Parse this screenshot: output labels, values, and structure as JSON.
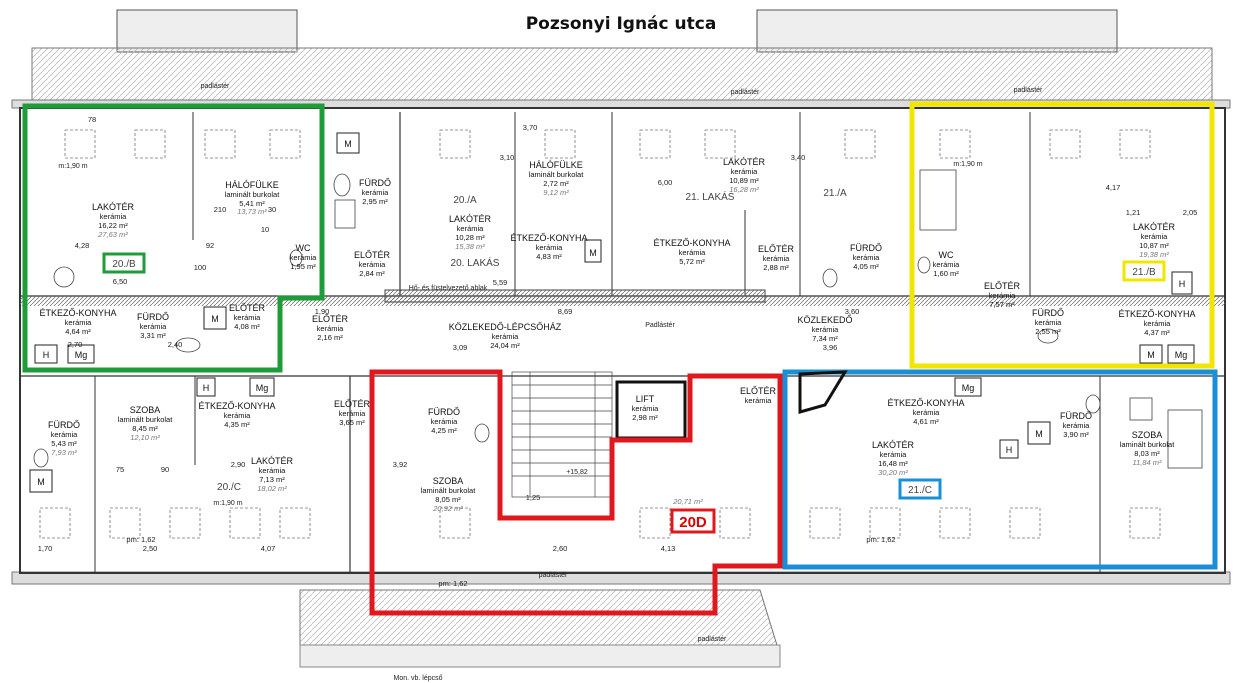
{
  "street_name": "Pozsonyi Ignác utca",
  "colors": {
    "green": "#1f9c3a",
    "yellow": "#f2e600",
    "red": "#e0181d",
    "blue": "#1a8fd8",
    "wall": "#8a8a8a",
    "hatch": "#bbbbbb"
  },
  "unit_labels": [
    "20./B",
    "21./B",
    "21./C",
    "20D",
    "20./A",
    "21./A",
    "20./C",
    "20. LAKÁS",
    "21. LAKÁS"
  ],
  "rooms": [
    {
      "name": "LAKÓTÉR",
      "finish": "kerámia",
      "area": "16,22 m²",
      "area2": "27,63 m²"
    },
    {
      "name": "HÁLÓFÜLKE",
      "finish": "laminált burkolat",
      "area": "5,41 m²",
      "area2": "13,73 m²"
    },
    {
      "name": "FÜRDŐ",
      "finish": "kerámia",
      "area": "2,95 m²"
    },
    {
      "name": "WC",
      "finish": "kerámia",
      "area": "1,95 m²"
    },
    {
      "name": "ELŐTÉR",
      "finish": "kerámia",
      "area": "2,84 m²"
    },
    {
      "name": "ÉTKEZŐ-KONYHA",
      "finish": "kerámia",
      "area": "4,64 m²"
    },
    {
      "name": "FÜRDŐ",
      "finish": "kerámia",
      "area": "3,31 m²"
    },
    {
      "name": "ELŐTÉR",
      "finish": "kerámia",
      "area": "4,08 m²"
    },
    {
      "name": "HÁLÓFÜLKE",
      "finish": "laminált burkolat",
      "area": "2,72 m²",
      "area2": "9,12 m²"
    },
    {
      "name": "LAKÓTÉR",
      "finish": "kerámia",
      "area": "10,28 m²",
      "area2": "15,38 m²"
    },
    {
      "name": "ÉTKEZŐ-KONYHA",
      "finish": "kerámia",
      "area": "4,83 m²"
    },
    {
      "name": "ÉTKEZŐ-KONYHA",
      "finish": "kerámia",
      "area": "5,72 m²"
    },
    {
      "name": "LAKÓTÉR",
      "finish": "kerámia",
      "area": "10,89 m²",
      "area2": "16,28 m²"
    },
    {
      "name": "ELŐTÉR",
      "finish": "kerámia",
      "area": "2,88 m²"
    },
    {
      "name": "FÜRDŐ",
      "finish": "kerámia",
      "area": "4,05 m²"
    },
    {
      "name": "WC",
      "finish": "kerámia",
      "area": "1,60 m²"
    },
    {
      "name": "LAKÓTÉR",
      "finish": "kerámia",
      "area": "10,87 m²",
      "area2": "19,38 m²"
    },
    {
      "name": "ELŐTÉR",
      "finish": "kerámia",
      "area": "7,57 m²"
    },
    {
      "name": "FÜRDŐ",
      "finish": "kerámia",
      "area": "2,55 m²"
    },
    {
      "name": "ÉTKEZŐ-KONYHA",
      "finish": "kerámia",
      "area": "4,37 m²"
    },
    {
      "name": "ELŐTÉR",
      "finish": "kerámia",
      "area": "2,16 m²"
    },
    {
      "name": "KÖZLEKEDŐ-LÉPCSŐHÁZ",
      "finish": "kerámia",
      "area": "24,04 m²"
    },
    {
      "name": "KÖZLEKEDŐ",
      "finish": "kerámia",
      "area": "7,34 m²"
    },
    {
      "name": "FÜRDŐ",
      "finish": "kerámia",
      "area": "5,43 m²",
      "area2": "7,93 m²"
    },
    {
      "name": "SZOBA",
      "finish": "laminált burkolat",
      "area": "8,45 m²",
      "area2": "12,10 m²"
    },
    {
      "name": "ÉTKEZŐ-KONYHA",
      "finish": "kerámia",
      "area": "4,35 m²"
    },
    {
      "name": "ELŐTÉR",
      "finish": "kerámia",
      "area": "3,65 m²"
    },
    {
      "name": "LAKÓTÉR",
      "finish": "kerámia",
      "area": "7,13 m²",
      "area2": "18,02 m²"
    },
    {
      "name": "FÜRDŐ",
      "finish": "kerámia",
      "area": "4,25 m²"
    },
    {
      "name": "SZOBA",
      "finish": "laminált burkolat",
      "area": "8,05 m²",
      "area2": "20,92 m²"
    },
    {
      "name": "LIFT",
      "finish": "kerámia",
      "area": "2,98 m²"
    },
    {
      "name": "ELŐTÉR",
      "finish": "kerámia",
      "area": ""
    },
    {
      "name": "ÉTKEZŐ-KONYHA",
      "finish": "kerámia",
      "area": "4,61 m²"
    },
    {
      "name": "LAKÓTÉR",
      "finish": "kerámia",
      "area": "16,48 m²",
      "area2": "30,20 m²"
    },
    {
      "name": "FÜRDŐ",
      "finish": "kerámia",
      "area": "3,90 m²"
    },
    {
      "name": "SZOBA",
      "finish": "laminált burkolat",
      "area": "8,03 m²",
      "area2": "11,84 m²"
    }
  ],
  "misc_labels": {
    "attic": "padlástér",
    "smoke_window": "Hő- és füstelvezető ablak",
    "lift_shaft": "Padlástér",
    "lift_area": "20,71 m²",
    "height_1_90": "m:1,90 m",
    "stair_level": "+15,82",
    "bottom_label": "Mon. vb. lépcső",
    "M": "M",
    "H": "H",
    "Mg": "Mg"
  },
  "dimensions": [
    "78",
    "210",
    "100",
    "30",
    "90",
    "92",
    "75",
    "4,28",
    "6,50",
    "2,70",
    "2,40",
    "2,90",
    "3,92",
    "2,60",
    "2,50",
    "2,05",
    "1,21",
    "4,17",
    "3,40",
    "3,70",
    "3,10",
    "6,00",
    "8,69",
    "5,59",
    "3,09",
    "3,96",
    "3,60",
    "1,90",
    "1,70",
    "4,07",
    "4,13",
    "1,25",
    "10",
    "pm: 1,62"
  ]
}
